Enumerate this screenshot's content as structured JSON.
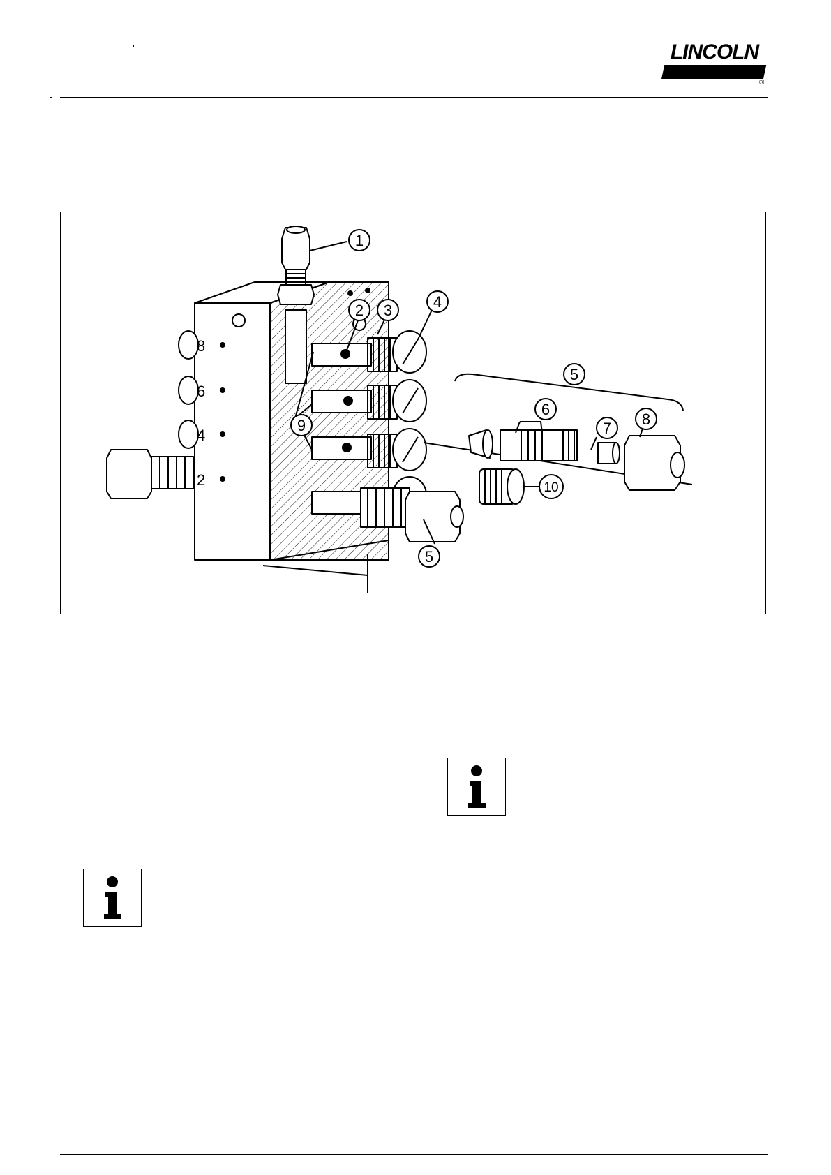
{
  "header": {
    "logo_text": "LINCOLN",
    "registered_mark": "®"
  },
  "figure": {
    "callouts": [
      "1",
      "2",
      "3",
      "4",
      "5",
      "6",
      "7",
      "8",
      "9",
      "10",
      "5"
    ],
    "outlet_numbers": [
      "8",
      "6",
      "4",
      "2"
    ]
  },
  "icons": {
    "info_icon_name": "info-icon"
  }
}
